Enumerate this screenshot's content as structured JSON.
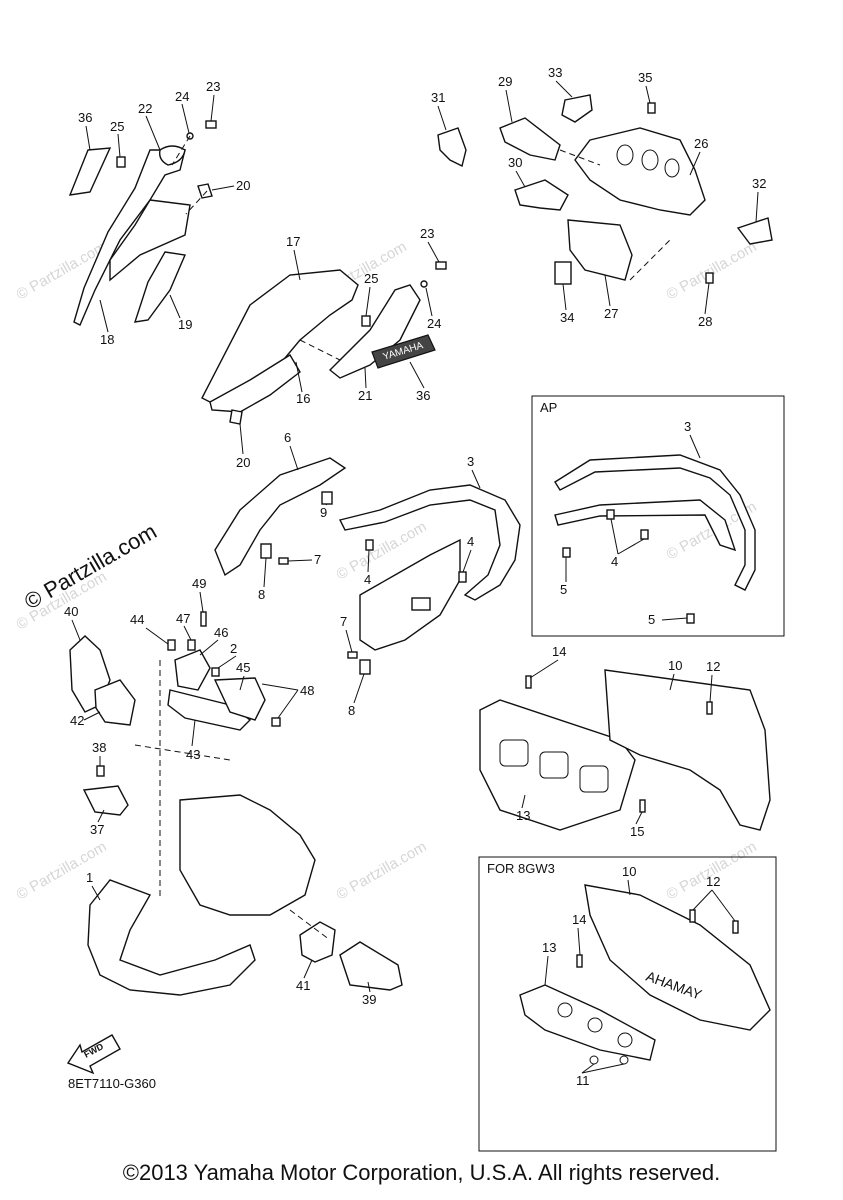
{
  "diagram_code": "8ET7110-G360",
  "box_labels": {
    "ap": "AP",
    "for_8gw3": "FOR 8GW3"
  },
  "fwd_label": "FWD",
  "watermark": {
    "main": "© Partzilla.com",
    "repeat": "© Partzilla.com"
  },
  "copyright": "©2013 Yamaha Motor Corporation, U.S.A. All rights reserved.",
  "decal_text": "YAMAHA",
  "callouts": {
    "c36a": "36",
    "c25a": "25",
    "c22": "22",
    "c24a": "24",
    "c23a": "23",
    "c20a": "20",
    "c18": "18",
    "c19": "19",
    "c17": "17",
    "c16": "16",
    "c20b": "20",
    "c25b": "25",
    "c23b": "23",
    "c24b": "24",
    "c21": "21",
    "c36b": "36",
    "c31": "31",
    "c29": "29",
    "c33": "33",
    "c35": "35",
    "c30": "30",
    "c26": "26",
    "c32": "32",
    "c34": "34",
    "c27": "27",
    "c28": "28",
    "c6": "6",
    "c3a": "3",
    "c9": "9",
    "c7a": "7",
    "c8a": "8",
    "c4a": "4",
    "c4b": "4",
    "c7b": "7",
    "c8b": "8",
    "c3b": "3",
    "c4c": "4",
    "c5a": "5",
    "c5b": "5",
    "c49": "49",
    "c40": "40",
    "c44": "44",
    "c47": "47",
    "c46": "46",
    "c2": "2",
    "c45": "45",
    "c48": "48",
    "c42": "42",
    "c43": "43",
    "c38": "38",
    "c37": "37",
    "c1": "1",
    "c41": "41",
    "c39": "39",
    "c14a": "14",
    "c10a": "10",
    "c12a": "12",
    "c13a": "13",
    "c15": "15",
    "c10b": "10",
    "c12b": "12",
    "c14b": "14",
    "c13b": "13",
    "c11": "11"
  }
}
